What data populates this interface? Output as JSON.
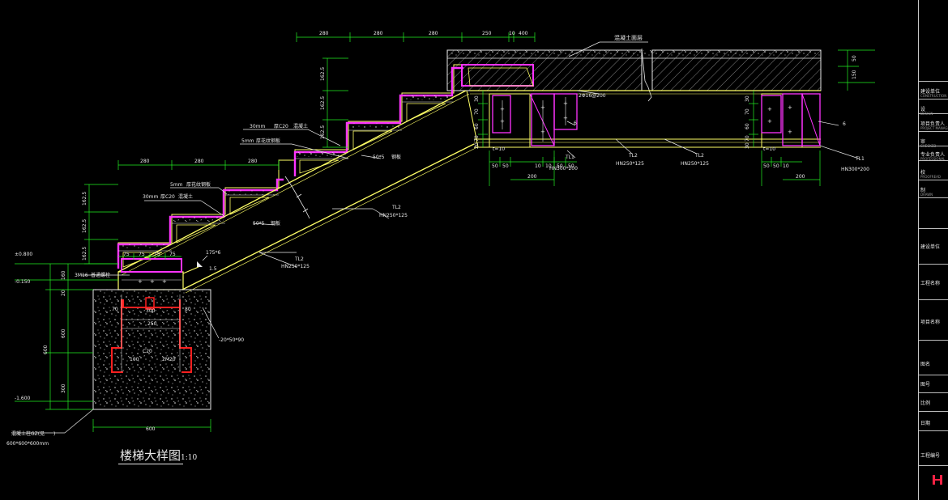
{
  "colors": {
    "background": "#000000",
    "steel": "#ffff66",
    "plate": "#ff33ff",
    "dimension": "#22ee22",
    "rebar": "#ff2020",
    "concrete": "#e8e8e8",
    "leader": "#e8e8e8",
    "logo": "#ff2244"
  },
  "drawing": {
    "title": "楼梯大样图",
    "scale": "1:10"
  },
  "annotations": {
    "top_slab": "混凝土面层",
    "mm30_a": "30mm",
    "thick20_a": "厚C20",
    "concrete_a": "混凝土",
    "mm5_a": "5mm",
    "pattern_plate_a": "厚花纹钢板",
    "angle_a": "50*5",
    "steel_plate_a": "钢板",
    "mm5_b": "5mm",
    "pattern_plate_b": "厚花纹钢板",
    "mm30_b": "30mm",
    "thick20_b": "厚C20",
    "concrete_b": "混凝土",
    "angle_b": "50*5",
    "steel_plate_b": "钢板",
    "weld_bolt": "3M16",
    "embedded_plate": "普通螺栓",
    "tl2_lower": "TL2",
    "tl2_lower_size": "HN250*125",
    "tl2_upper": "TL2",
    "tl2_upper_size": "HN250*125",
    "tl1": "TL1",
    "tl1_size": "HN300*200",
    "tl2_mid1": "TL2",
    "tl2_mid1_size": "HN250*125",
    "tl2_mid2": "TL2",
    "tl2_mid2_size": "HN250*125",
    "tl1_right": "TL1",
    "tl1_right_size": "HN300*200",
    "column_label": "混凝土柱GZ(见",
    "column_paren": ")",
    "column_size": "600*600*600mm",
    "rebar_label": "2Φ16@200",
    "rebar_spec": "-20*50*90",
    "rebar_small": "2M20",
    "plate_label": "175*6",
    "weld_1": "1.5",
    "weld_6a": "6",
    "weld_6b": "6",
    "t10a": "t=10",
    "t10b": "t=10",
    "conc_label_a": "C20",
    "h_100_label": "100"
  },
  "dimensions": {
    "top": [
      "280",
      "280",
      "280",
      "250",
      "10",
      "400"
    ],
    "mid": [
      "280",
      "280",
      "280"
    ],
    "left_rise_upper": [
      "162.5",
      "162.5",
      "162.5"
    ],
    "left_rise_lower": [
      "162.5",
      "162.5",
      "162.5"
    ],
    "elev_top": "±0.800",
    "elev_mid": "-0.150",
    "elev_bot": "-1.600",
    "col_left": [
      "160",
      "20",
      "600",
      "300"
    ],
    "col_total": "600",
    "col_bottom": "600",
    "col_inner": [
      "70",
      "300",
      "80",
      "250"
    ],
    "plate_dims": [
      "75",
      "75",
      "75",
      "75"
    ],
    "right_v": [
      "50",
      "150"
    ],
    "bay1": [
      "50",
      "50",
      "10",
      "10",
      "50",
      "50"
    ],
    "bay1_total": "200",
    "bay2": [
      "50",
      "50",
      "10"
    ],
    "bay2_total": "200",
    "beam_h": [
      "30",
      "70",
      "60",
      "70",
      "20"
    ],
    "beam_h2": [
      "30",
      "70",
      "60",
      "70",
      "30"
    ]
  },
  "titleblock": {
    "rows": [
      {
        "label": "建设单位",
        "sub": "CONSTRUCTION"
      },
      {
        "label": "设",
        "sub": "DESIGN"
      },
      {
        "label": "项目负责人",
        "sub": "PROJECT MANAGER"
      },
      {
        "label": "审",
        "sub": "CHECKED"
      },
      {
        "label": "专业负责人",
        "sub": "PROFESSIONAL"
      },
      {
        "label": "校",
        "sub": "PROOFREAD"
      },
      {
        "label": "制",
        "sub": "DRAWN"
      },
      {
        "label": "建设单位",
        "sub": ""
      },
      {
        "label": "工程名称",
        "sub": ""
      },
      {
        "label": "项目名称",
        "sub": ""
      },
      {
        "label": "图名",
        "sub": ""
      },
      {
        "label": "图号",
        "sub": ""
      },
      {
        "label": "比例",
        "sub": ""
      },
      {
        "label": "日期",
        "sub": ""
      },
      {
        "label": "工程编号",
        "sub": ""
      }
    ]
  }
}
